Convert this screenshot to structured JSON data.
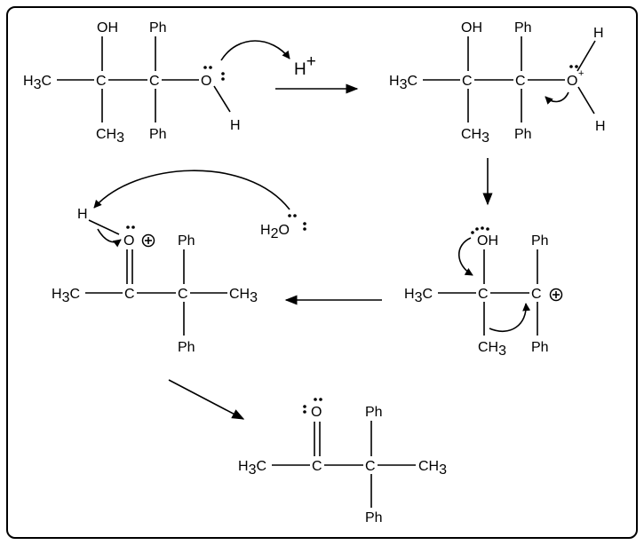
{
  "atoms": {
    "oh": "OH",
    "ph": "Ph",
    "h3": "H",
    "three": "3",
    "c": "C",
    "ch": "CH",
    "o": "O",
    "h": "H",
    "plus": "+",
    "h2": "H",
    "two": "2"
  },
  "colors": {
    "ink": "#000000",
    "background": "#ffffff",
    "frame": "#000000"
  },
  "icons": {
    "positive_charge": "circled-plus-icon",
    "lone_pair": "electron-pair-dots"
  }
}
